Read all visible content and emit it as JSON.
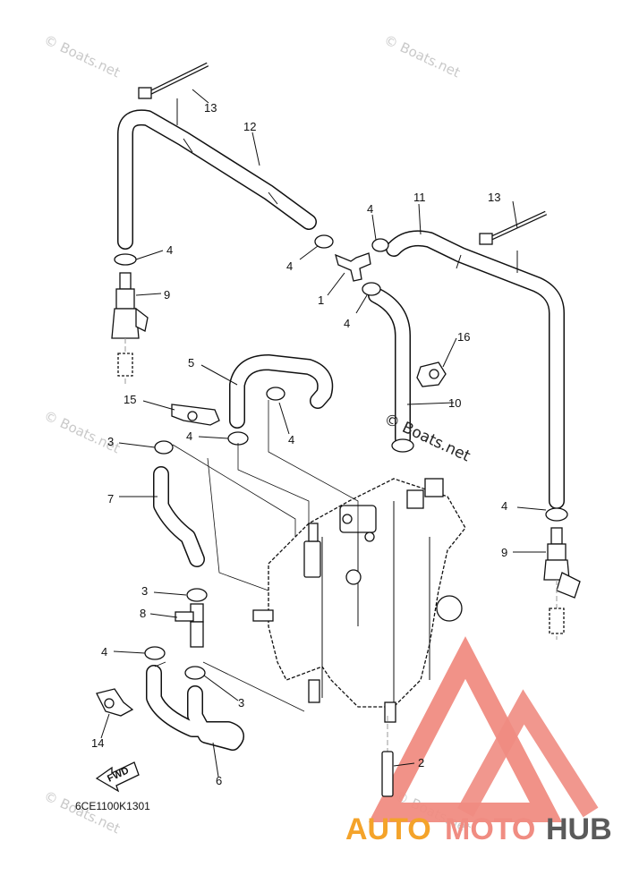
{
  "watermarks": {
    "text": "© Boats.net",
    "inline": "© Boats.net"
  },
  "callouts": [
    {
      "id": "13a",
      "text": "13"
    },
    {
      "id": "12",
      "text": "12"
    },
    {
      "id": "11",
      "text": "11"
    },
    {
      "id": "13b",
      "text": "13"
    },
    {
      "id": "4a",
      "text": "4"
    },
    {
      "id": "4b",
      "text": "4"
    },
    {
      "id": "4c",
      "text": "4"
    },
    {
      "id": "4d",
      "text": "4"
    },
    {
      "id": "1",
      "text": "1"
    },
    {
      "id": "9a",
      "text": "9"
    },
    {
      "id": "16",
      "text": "16"
    },
    {
      "id": "5",
      "text": "5"
    },
    {
      "id": "10",
      "text": "10"
    },
    {
      "id": "15",
      "text": "15"
    },
    {
      "id": "4e",
      "text": "4"
    },
    {
      "id": "4f",
      "text": "4"
    },
    {
      "id": "3a",
      "text": "3"
    },
    {
      "id": "7",
      "text": "7"
    },
    {
      "id": "4g",
      "text": "4"
    },
    {
      "id": "9b",
      "text": "9"
    },
    {
      "id": "3b",
      "text": "3"
    },
    {
      "id": "8",
      "text": "8"
    },
    {
      "id": "4h",
      "text": "4"
    },
    {
      "id": "3c",
      "text": "3"
    },
    {
      "id": "14",
      "text": "14"
    },
    {
      "id": "2",
      "text": "2"
    },
    {
      "id": "6",
      "text": "6"
    }
  ],
  "fwd_label": "FWD",
  "diagram_code": "6CE1100K1301",
  "logo": {
    "brand_part1": "AUTO",
    "brand_part2": "MOTO",
    "brand_part3": "HUB",
    "colors": {
      "salmon": "#f08c82",
      "orange": "#f4a32a",
      "gray": "#5a5a5a"
    }
  }
}
